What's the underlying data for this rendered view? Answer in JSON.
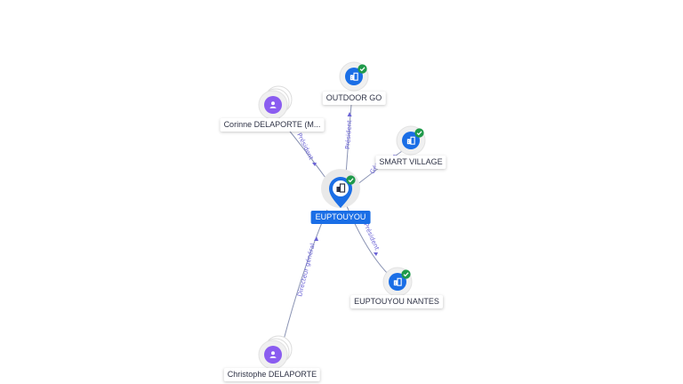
{
  "nodes": {
    "center": {
      "label": "EUPTOUYOU",
      "icon": "building-icon",
      "verified": true
    },
    "outdoor_go": {
      "label": "OUTDOOR GO",
      "icon": "building-icon",
      "verified": true
    },
    "smart_village": {
      "label": "SMART VILLAGE",
      "icon": "building-icon",
      "verified": true
    },
    "euptouyou_nantes": {
      "label": "EUPTOUYOU NANTES",
      "icon": "building-icon",
      "verified": true
    },
    "corinne": {
      "label": "Corinne DELAPORTE (M...",
      "icon": "person-icon"
    },
    "christophe": {
      "label": "Christophe DELAPORTE",
      "icon": "person-icon"
    }
  },
  "edges": {
    "outdoor_go": "Président",
    "smart_village": "Gér",
    "euptouyou_nantes": "Président",
    "corinne": "Président",
    "christophe": "Directeur général"
  },
  "colors": {
    "company": "#1a6ee6",
    "person": "#8a5cf0",
    "verified": "#1f9a4a",
    "edge": "#8a93b3",
    "edge_label": "#6b63d6"
  }
}
